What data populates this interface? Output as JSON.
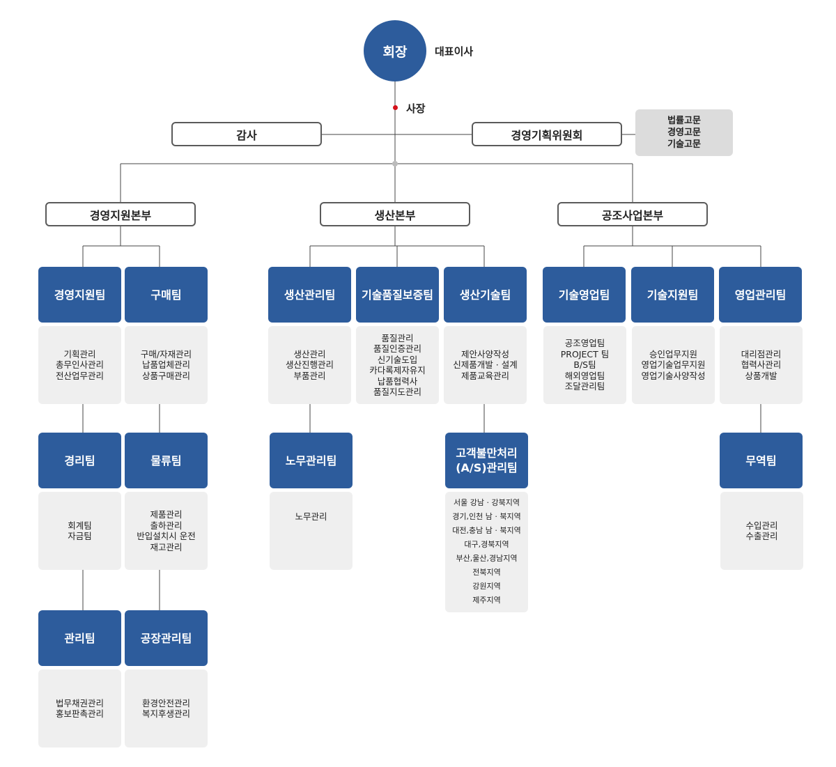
{
  "ceo": {
    "title": "회장",
    "subtitle": "대표이사"
  },
  "president": "사장",
  "audit": "감사",
  "committee": "경영기획위원회",
  "advisors": [
    "법률고문",
    "경영고문",
    "기술고문"
  ],
  "divisions": [
    "경영지원본부",
    "생산본부",
    "공조사업본부"
  ],
  "teams": [
    {
      "name": "경영지원팀",
      "duties": "기획관리\n총무인사관리\n전산업무관리"
    },
    {
      "name": "구매팀",
      "duties": "구매/자재관리\n납품업체관리\n상품구매관리"
    },
    {
      "name": "경리팀",
      "duties": "회계팀\n자금팀"
    },
    {
      "name": "물류팀",
      "duties": "제품관리\n출하관리\n반입설치시 운전\n재고관리"
    },
    {
      "name": "관리팀",
      "duties": "법무채권관리\n홍보판촉관리"
    },
    {
      "name": "공장관리팀",
      "duties": "환경안전관리\n복지후생관리"
    },
    {
      "name": "생산관리팀",
      "duties": "생산관리\n생산진행관리\n부품관리"
    },
    {
      "name": "기술품질보증팀",
      "duties": "품질관리\n품질인증관리\n신기술도입\n카다록제자유지\n납품협력사\n품질지도관리"
    },
    {
      "name": "생산기술팀",
      "duties": "제안사양작성\n신제품개발 · 설계\n제품교육관리"
    },
    {
      "name": "노무관리팀",
      "duties": "노무관리"
    },
    {
      "name": "고객불만처리\n(A/S)관리팀",
      "duties": "서울 강남 · 강북지역\n경기,인천 남 · 북지역\n대전,충남 남 · 북지역\n대구,경북지역\n부산,울산,경남지역\n전북지역\n강원지역\n제주지역"
    },
    {
      "name": "기술영업팀",
      "duties": "공조영업팀\nPROJECT 팀\nB/S팀\n해외영업팀\n조달관리팀"
    },
    {
      "name": "기술지원팀",
      "duties": "승인업무지원\n영업기술업무지원\n영업기술사양작성"
    },
    {
      "name": "영업관리팀",
      "duties": "대리점관리\n협력사관리\n상품개발"
    },
    {
      "name": "무역팀",
      "duties": "수입관리\n수출관리"
    }
  ],
  "colors": {
    "team": "#2d5c9c",
    "duty_bg": "#efefef",
    "advisor_bg": "#dcdcdc",
    "president_dot": "#d4111a"
  }
}
